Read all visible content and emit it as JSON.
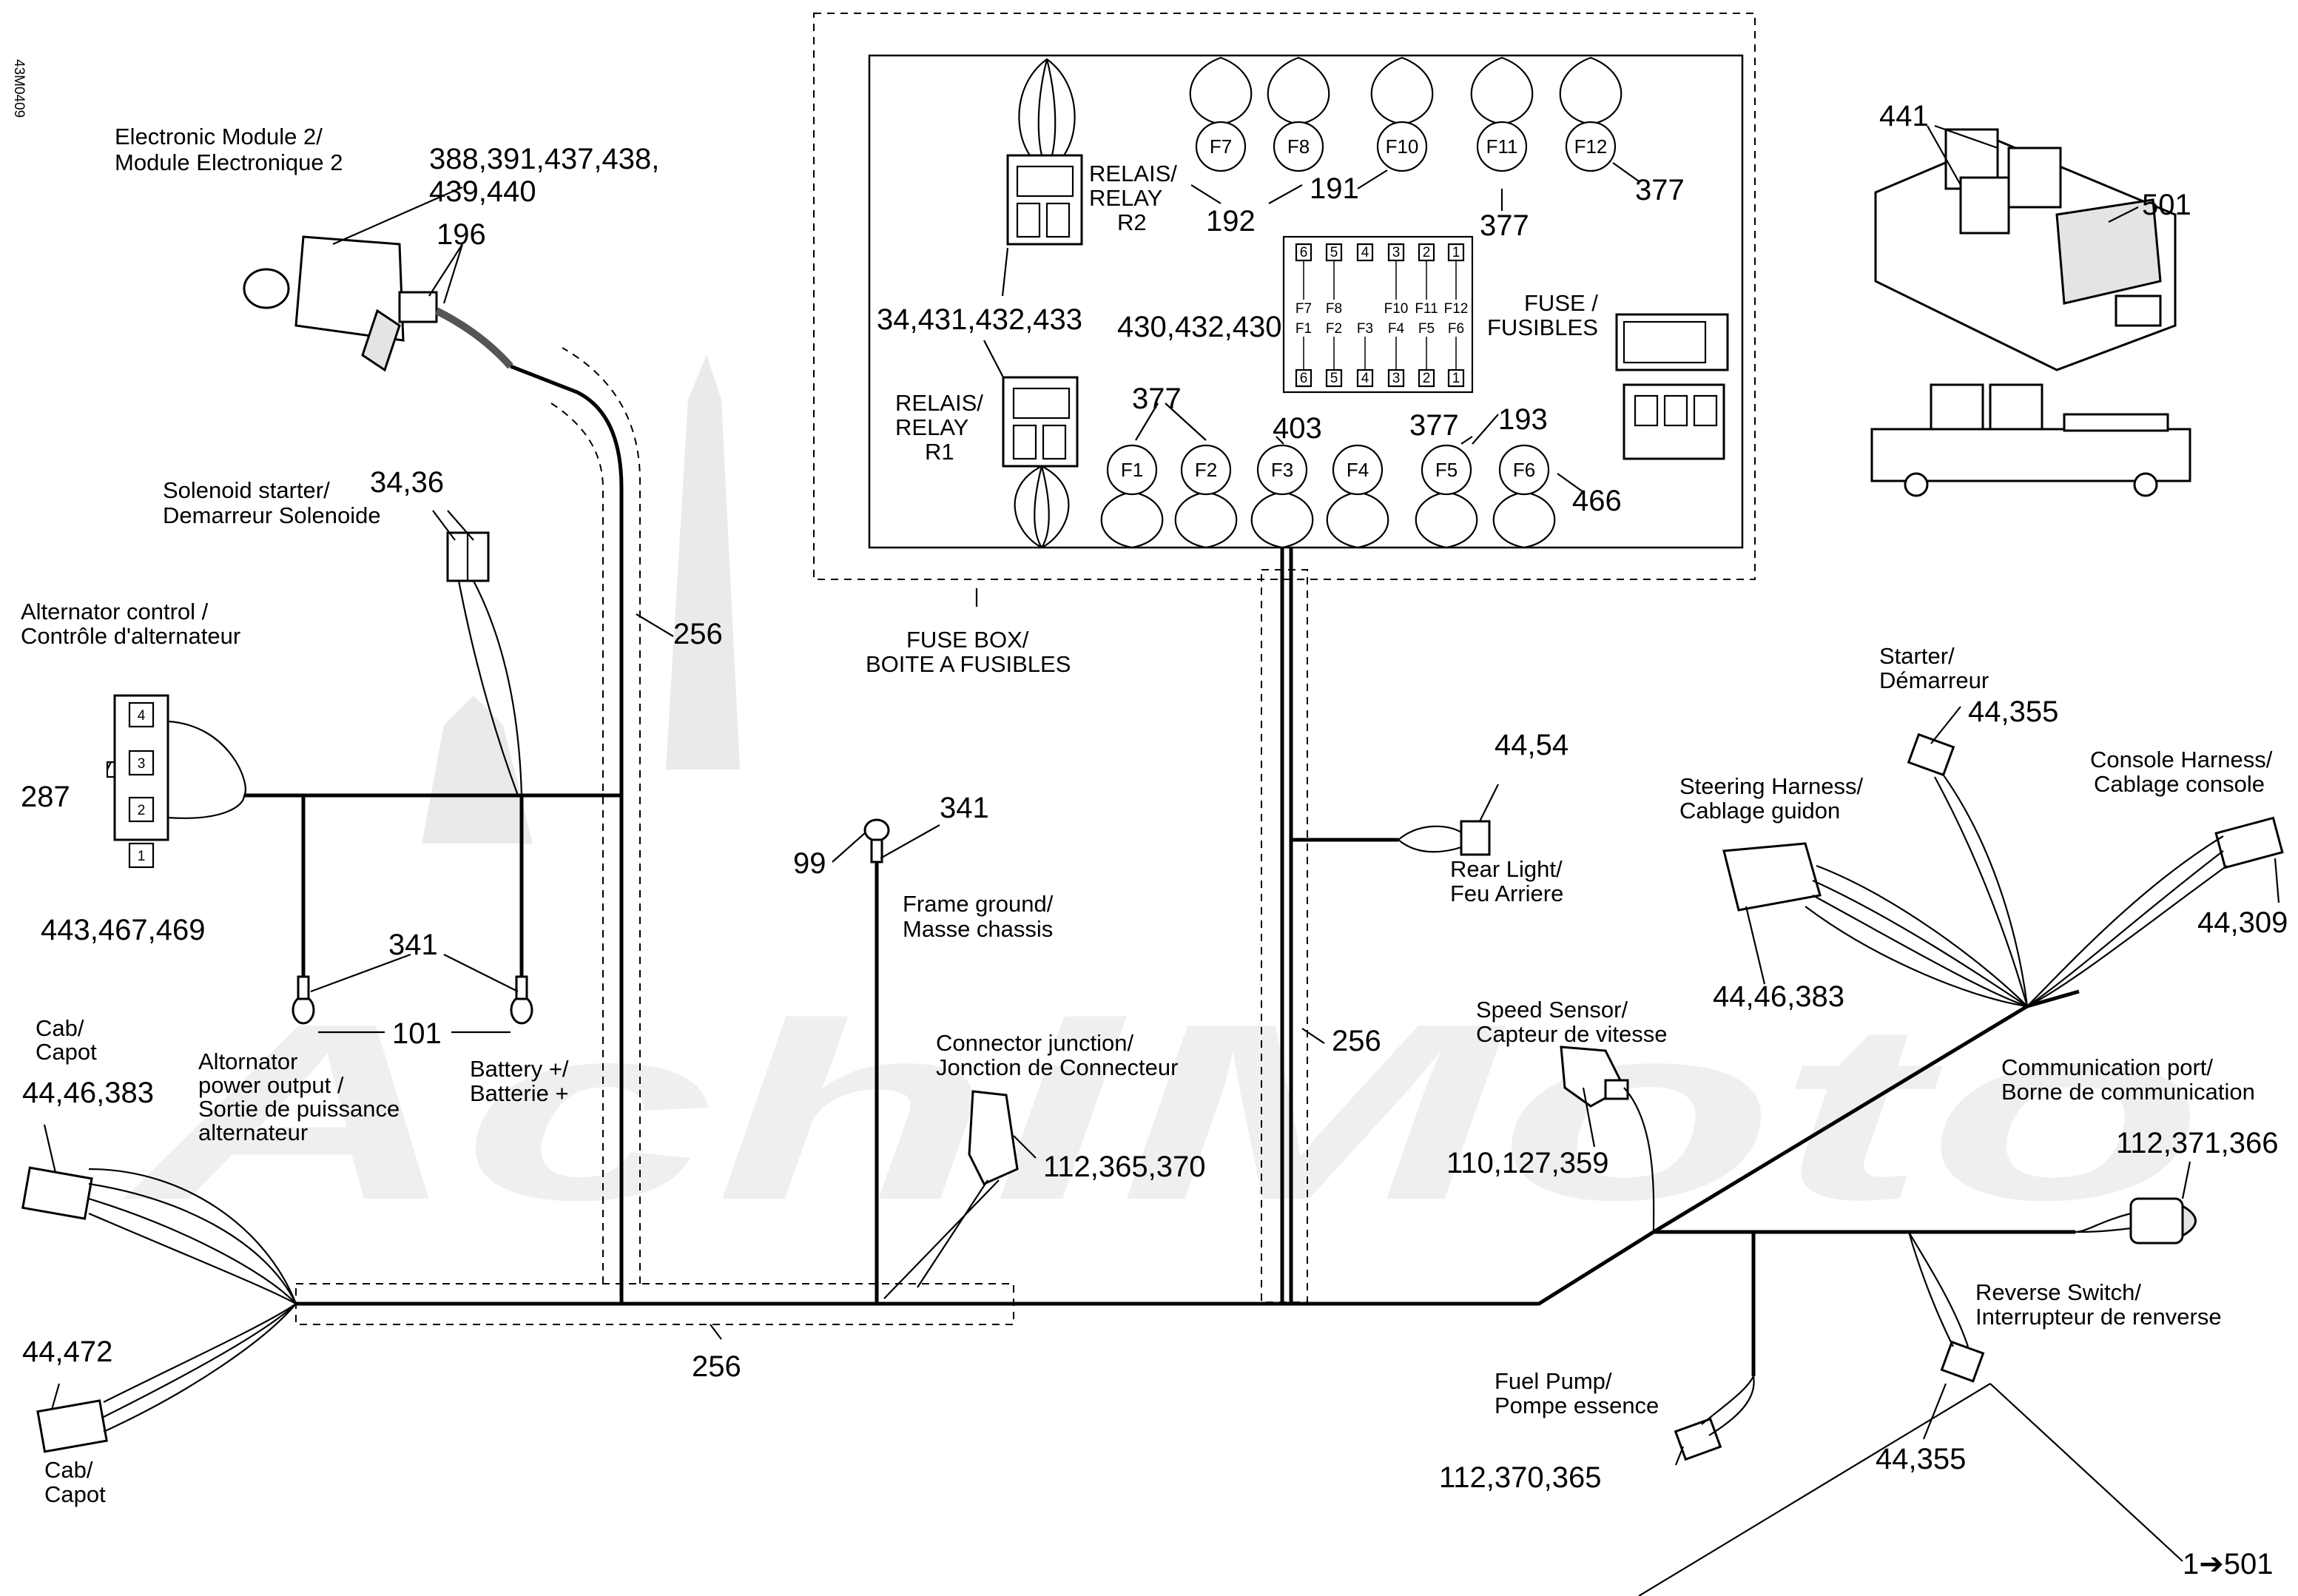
{
  "doc_id": "43M0409",
  "labels": {
    "ecm2": [
      "Electronic Module 2/",
      "Module Electronique 2"
    ],
    "ecm2_num": [
      "388,391,437,438,",
      "439,440"
    ],
    "n196": "196",
    "solenoid": [
      "Solenoid starter/",
      "Demarreur Solenoide"
    ],
    "solenoid_num": "34,36",
    "alt_ctrl": [
      "Alternator control /",
      "Contrôle d'alternateur"
    ],
    "n287": "287",
    "alt_num": "443,467,469",
    "n256": "256",
    "n341": "341",
    "n101": "101",
    "alt_out": [
      "Altornator",
      "power output /",
      "Sortie de puissance",
      "alternateur"
    ],
    "battery": [
      "Battery +/",
      "Batterie +"
    ],
    "cab1": [
      "Cab/",
      "Capot"
    ],
    "cab1_num": "44,46,383",
    "cab2_num": "44,472",
    "cab2": [
      "Cab/",
      "Capot"
    ],
    "n99": "99",
    "frame_ground": [
      "Frame ground/",
      "Masse chassis"
    ],
    "conn_junction": [
      "Connector junction/",
      "Jonction de Connecteur"
    ],
    "conn_junction_num": "112,365,370",
    "fuse_box": [
      "FUSE BOX/",
      "BOITE A FUSIBLES"
    ],
    "relay_r2": [
      "RELAIS/",
      "RELAY",
      "R2"
    ],
    "relay_r1": [
      "RELAIS/",
      "RELAY",
      "R1"
    ],
    "relay_num": "34,431,432,433",
    "fuse_block_num": "430,432,430",
    "fuse": [
      "FUSE /",
      "FUSIBLES"
    ],
    "n192": "192",
    "n191": "191",
    "n377": "377",
    "n403": "403",
    "n193": "193",
    "n466": "466",
    "rear_light": [
      "Rear Light/",
      "Feu Arriere"
    ],
    "rear_light_num": "44,54",
    "speed_sensor": [
      "Speed Sensor/",
      "Capteur de vitesse"
    ],
    "speed_num": "110,127,359",
    "starter": [
      "Starter/",
      "Démarreur"
    ],
    "starter_num": "44,355",
    "steering": [
      "Steering Harness/",
      "Cablage guidon"
    ],
    "steering_num": "44,46,383",
    "console": [
      "Console Harness/",
      "Cablage console"
    ],
    "console_num": "44,309",
    "comm_port": [
      "Communication port/",
      "Borne de communication"
    ],
    "comm_num": "112,371,366",
    "reverse": [
      "Reverse Switch/",
      "Interrupteur de renverse"
    ],
    "reverse_num": "44,355",
    "fuel_pump": [
      "Fuel Pump/",
      "Pompe essence"
    ],
    "fuel_num": "112,370,365",
    "n441": "441",
    "n501": "501",
    "range": "1➔501"
  },
  "fuses_top": [
    "F7",
    "F8",
    "F10",
    "F11",
    "F12"
  ],
  "fuses_bottom": [
    "F1",
    "F2",
    "F3",
    "F4",
    "F5",
    "F6"
  ],
  "block_pins": [
    "6",
    "5",
    "4",
    "3",
    "2",
    "1"
  ],
  "block_top_row": [
    "F7",
    "F8",
    "",
    "F10",
    "F11",
    "F12"
  ],
  "block_bottom_row": [
    "F1",
    "F2",
    "F3",
    "F4",
    "F5",
    "F6"
  ],
  "alt_pins": [
    "4",
    "3",
    "2",
    "1"
  ],
  "watermark": "AchiMoto"
}
